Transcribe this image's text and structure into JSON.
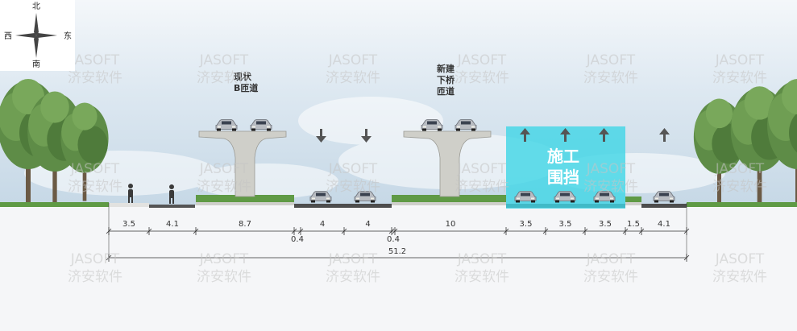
{
  "compass": {
    "north": "北",
    "south": "南",
    "west": "西",
    "east": "东"
  },
  "watermark": {
    "latin": "JASOFT",
    "cjk": "济安软件"
  },
  "labels": {
    "existing_ramp": [
      "现状",
      "B匝道"
    ],
    "new_ramp": [
      "新建",
      "下桥",
      "匝道"
    ],
    "construction_fence": [
      "施工",
      "围挡"
    ]
  },
  "dimensions": {
    "segments": [
      "3.5",
      "4.1",
      "8.7",
      "4",
      "4",
      "10",
      "3.5",
      "3.5",
      "3.5",
      "1.5",
      "4.1"
    ],
    "small": [
      "0.4",
      "0.4"
    ],
    "total": "51.2"
  },
  "colors": {
    "sky_top": "#d6e4ef",
    "ground": "#f5f6f8",
    "grass": "#5f9a45",
    "pier": "#cfcfc9",
    "fence": "#3fd6e6",
    "arrow": "#555555",
    "dim_line": "#333333"
  },
  "icons": [
    "compass-rose-icon",
    "car-icon",
    "tree-icon",
    "pedestrian-icon",
    "arrow-down-icon",
    "arrow-up-icon"
  ]
}
